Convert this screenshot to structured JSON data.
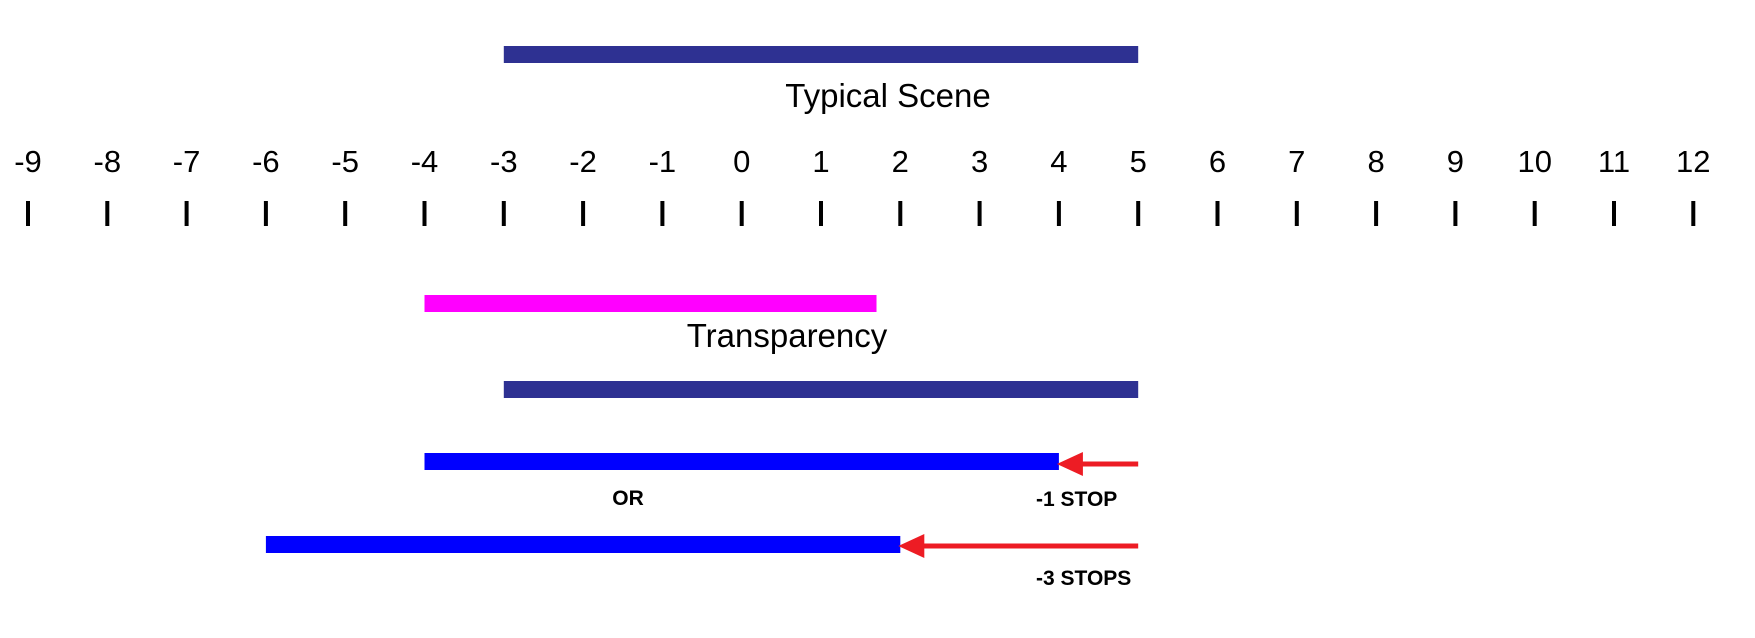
{
  "diagram": {
    "scale_ticks": [
      "-9",
      "-8",
      "-7",
      "-6",
      "-5",
      "-4",
      "-3",
      "-2",
      "-1",
      "0",
      "1",
      "2",
      "3",
      "4",
      "5",
      "6",
      "7",
      "8",
      "9",
      "10",
      "11",
      "12"
    ],
    "bars": [
      {
        "id": "typical-scene",
        "label": "Typical Scene",
        "start": -3,
        "end": 5,
        "color": "#2e3192"
      },
      {
        "id": "transparency",
        "label": "Transparency",
        "start": -4,
        "end": 1.7,
        "color": "#ff00ff"
      },
      {
        "id": "transparency-range",
        "label": "",
        "start": -3,
        "end": 5,
        "color": "#2e3192"
      },
      {
        "id": "shift-one-stop",
        "label": "",
        "start": -4,
        "end": 4,
        "color": "#0000ff"
      },
      {
        "id": "shift-three-stops",
        "label": "",
        "start": -6,
        "end": 2,
        "color": "#0000ff"
      }
    ],
    "arrows": [
      {
        "id": "arrow-one-stop",
        "from": 5,
        "to": 4,
        "color": "#ed1c24",
        "label": "-1 STOP"
      },
      {
        "id": "arrow-three-stops",
        "from": 5,
        "to": 2,
        "color": "#ed1c24",
        "label": "-3 STOPS"
      }
    ],
    "or_text": "OR"
  }
}
